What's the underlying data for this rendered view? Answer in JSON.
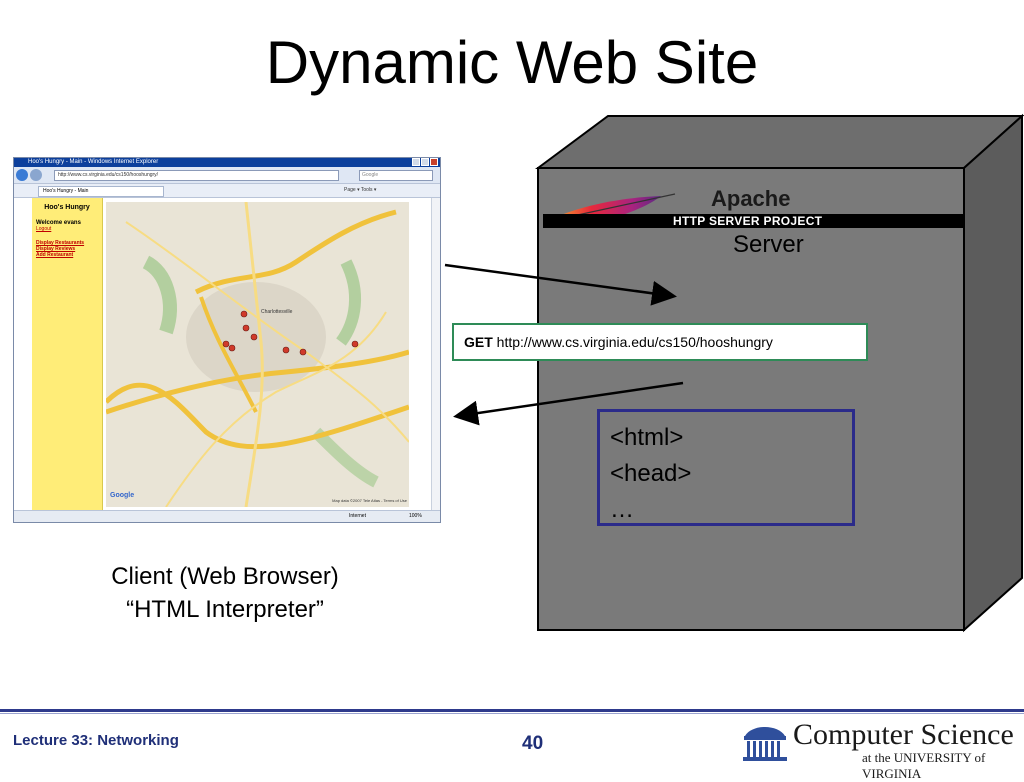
{
  "slide": {
    "title": "Dynamic Web Site"
  },
  "browser": {
    "window_title": "Hoo's Hungry - Main - Windows Internet Explorer",
    "url": "http://www.cs.virginia.edu/cs150/hooshungry/",
    "search_placeholder": "Google",
    "tab_label": "Hoo's Hungry - Main",
    "tools_label": "Page ▾  Tools ▾",
    "sidebar": {
      "heading": "Hoo's Hungry",
      "welcome": "Welcome evans",
      "logout": "Logout",
      "links": [
        "Display Restaurants",
        "Display Reviews",
        "Add Restaurant"
      ]
    },
    "map": {
      "city_label": "Charlottesville",
      "credit": "Map data ©2007 Tele Atlas - Terms of Use",
      "google": "Google"
    },
    "status": {
      "zone": "Internet",
      "zoom": "100%"
    }
  },
  "server": {
    "apache_word": "Apache",
    "apache_subtitle": "HTTP SERVER PROJECT",
    "label": "Server"
  },
  "request": {
    "method": "GET",
    "url": "http://www.cs.virginia.edu/cs150/hooshungry"
  },
  "response": {
    "lines": [
      "<html>",
      "<head>",
      "…"
    ]
  },
  "client": {
    "line1": "Client (Web Browser)",
    "line2": "“HTML Interpreter”"
  },
  "footer": {
    "lecture": "Lecture 33: Networking",
    "page": "40",
    "dept": "Computer Science",
    "univ": "at the UNIVERSITY of VIRGINIA"
  },
  "colors": {
    "server_face": "#7a7a7a",
    "server_top": "#6e6e6e",
    "server_side": "#5c5c5c",
    "get_border": "#2e8b57",
    "html_border": "#2b2b8a",
    "footer_blue": "#1f2f78",
    "sidebar_yellow": "#ffed78"
  }
}
